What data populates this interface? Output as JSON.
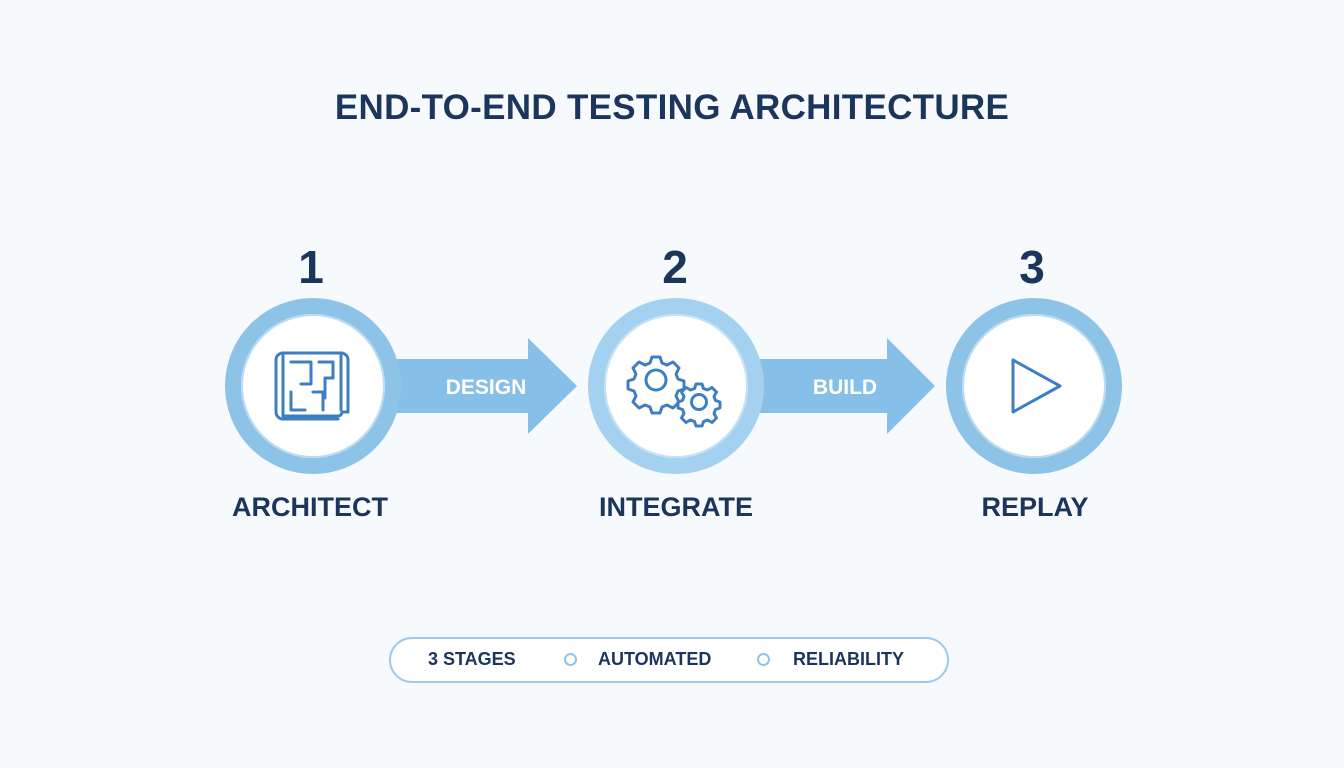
{
  "title": "END-TO-END TESTING ARCHITECTURE",
  "steps": [
    {
      "number": "1",
      "label": "ARCHITECT",
      "icon": "blueprint-icon"
    },
    {
      "number": "2",
      "label": "INTEGRATE",
      "icon": "gears-icon"
    },
    {
      "number": "3",
      "label": "REPLAY",
      "icon": "play-icon"
    }
  ],
  "connectors": [
    {
      "label": "DESIGN"
    },
    {
      "label": "BUILD"
    }
  ],
  "legend": {
    "items": [
      "3 STAGES",
      "AUTOMATED",
      "RELIABILITY"
    ]
  },
  "colors": {
    "navy": "#1b355c",
    "ring": "#8ec3e8",
    "arrow": "#86c0e8",
    "icon": "#3d7fc1",
    "background": "#f7fafd"
  }
}
